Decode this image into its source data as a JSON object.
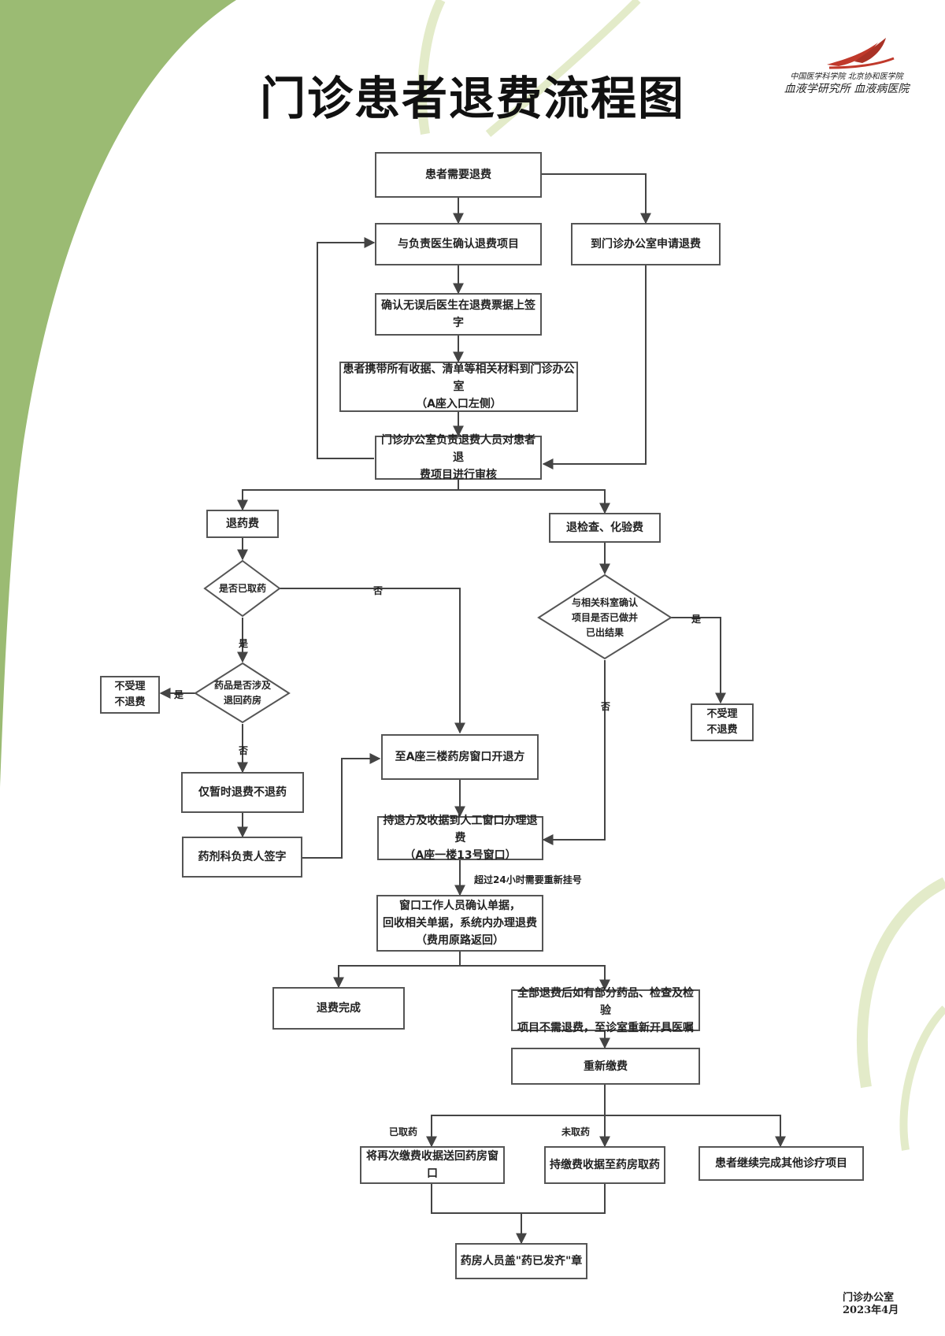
{
  "title": "门诊患者退费流程图",
  "logo": {
    "line1": "中国医学科学院 北京协和医学院",
    "line2": "血液学研究所 血液病医院",
    "accent_color": "#c0392b"
  },
  "colors": {
    "background_leaf": "#9bbb73",
    "leaf_faint": "#e3ebc9",
    "box_border": "#555555",
    "line": "#444444"
  },
  "nodes": {
    "start": "患者需要退费",
    "confirm_doctor": "与负责医生确认退费项目",
    "apply_office": "到门诊办公室申请退费",
    "doctor_sign": "确认无误后医生在退费票据上签字",
    "bring_materials": "患者携带所有收据、清单等相关材料到门诊办公室\n（A座入口左侧）",
    "office_review": "门诊办公室负责退费人员对患者退\n费项目进行审核",
    "refund_drug": "退药费",
    "refund_exam": "退检查、化验费",
    "dec_taken": "是否已取药",
    "dec_exam_done": "与相关科室确认\n项目是否已做并\n已出结果",
    "dec_return": "药品是否涉及\n退回药房",
    "reject_left": "不受理\n不退费",
    "reject_right": "不受理\n不退费",
    "temp_refund": "仅暂时退费不退药",
    "pharm_sign": "药剂科负责人签字",
    "pharmacy_window": "至A座三楼药房窗口开退方",
    "manual_window": "持退方及收据到人工窗口办理退费\n（A座一楼13号窗口）",
    "window_staff": "窗口工作人员确认单据，\n回收相关单据，系统内办理退费\n（费用原路返回）",
    "refund_done": "退费完成",
    "partial_items": "全部退费后如有部分药品、检查及检验\n项目不需退费，至诊室重新开具医嘱",
    "repay": "重新缴费",
    "send_back": "将再次缴费收据送回药房窗口",
    "take_drug": "持缴费收据至药房取药",
    "continue_other": "患者继续完成其他诊疗项目",
    "stamp": "药房人员盖\"药已发齐\"章"
  },
  "edge_labels": {
    "no_taken": "否",
    "yes_taken": "是",
    "yes_exam": "是",
    "no_exam": "否",
    "yes_return": "是",
    "no_return": "否",
    "overtime_note": "超过24小时需要重新挂号",
    "already_taken": "已取药",
    "not_taken": "未取药"
  },
  "footer": {
    "dept": "门诊办公室",
    "date": "2023年4月"
  }
}
